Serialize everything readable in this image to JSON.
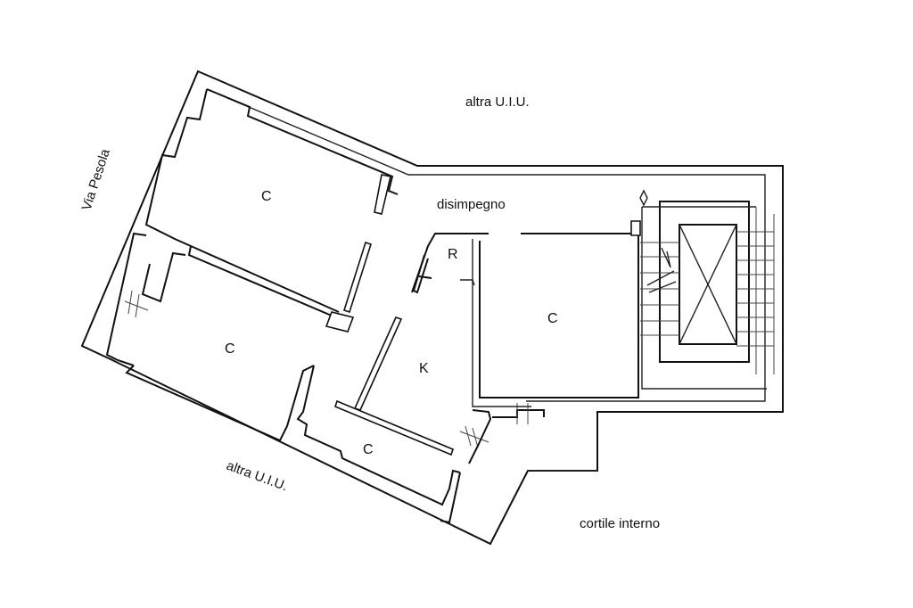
{
  "labels": {
    "top_neighbor": "altra U.I.U.",
    "street": "Via Pesola",
    "hall": "disimpegno",
    "bottom_neighbor": "altra U.I.U.",
    "courtyard": "cortile interno"
  },
  "rooms": {
    "room_top_left": "C",
    "room_mid_left": "C",
    "room_small_bottom": "C",
    "closet": "R",
    "kitchen": "K",
    "room_right": "C"
  }
}
